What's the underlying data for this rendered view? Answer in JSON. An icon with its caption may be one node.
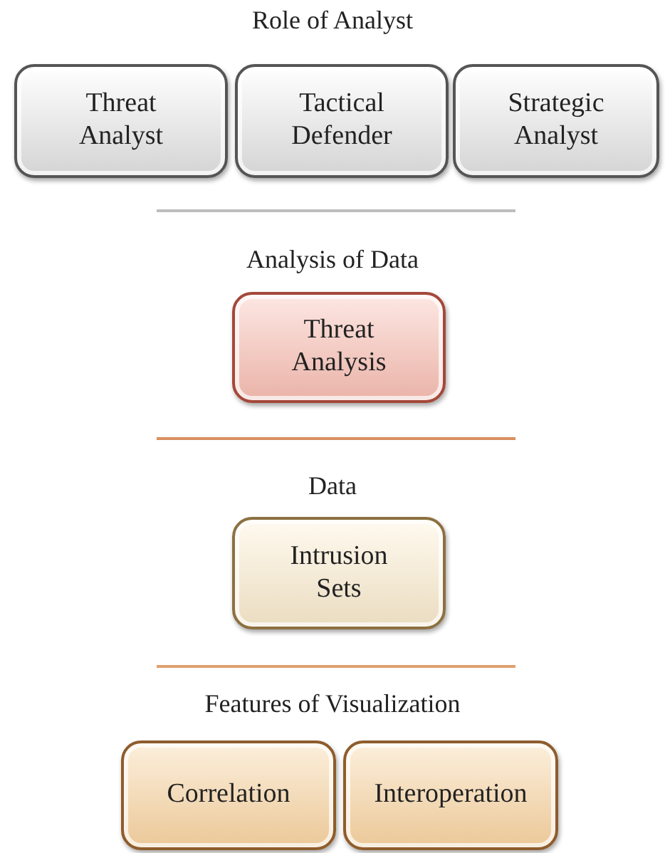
{
  "diagram": {
    "nodes": [
      {
        "text": [
          "Threat Analyst"
        ]
      },
      {
        "text": [
          "Tactical Defender"
        ]
      },
      {
        "text": [
          "Strategic Analyst"
        ]
      },
      {
        "text": [
          "Threat Analysis"
        ]
      },
      {
        "text": [
          "Intrusion Sets"
        ]
      },
      {
        "text": [
          "Correlation"
        ]
      },
      {
        "text": [
          "Interoperation"
        ]
      }
    ],
    "labels": [
      "Role of Analyst",
      "Analysis of Data",
      "Data",
      "Features of Visualization"
    ]
  }
}
